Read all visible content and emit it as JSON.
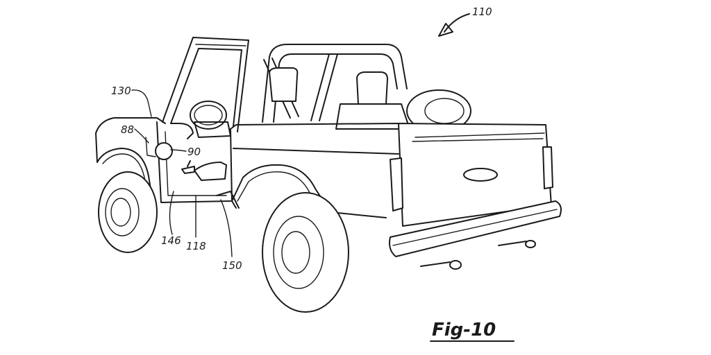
{
  "figure": {
    "caption": "Fig-10",
    "main_ref": "110"
  },
  "reference_numerals": {
    "n130": "130",
    "n88": "88",
    "n90": "90",
    "n146": "146",
    "n118": "118",
    "n150": "150"
  }
}
